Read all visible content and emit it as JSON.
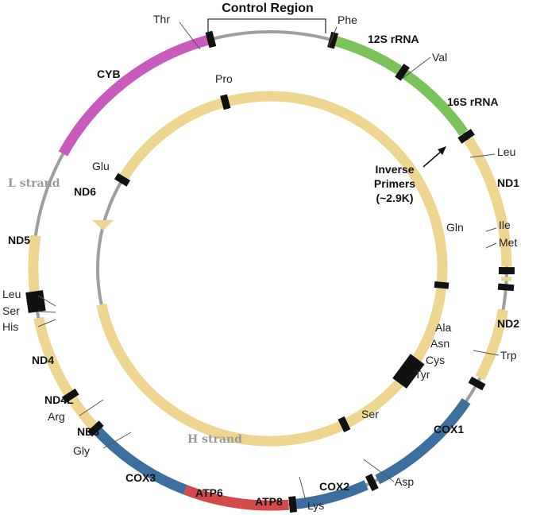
{
  "title": "Control Region",
  "strands": {
    "outer": "L strand",
    "inner": "H strand"
  },
  "colors": {
    "backbone": "#9e9e9e",
    "rrna": "#7ac35a",
    "nd": "#eed690",
    "cyb": "#c95bbd",
    "cox": "#3d6f9e",
    "atp": "#d24a49",
    "trna": "#111111"
  },
  "genes": {
    "s12": "12S rRNA",
    "s16": "16S rRNA",
    "nd1": "ND1",
    "nd2": "ND2",
    "cox1": "COX1",
    "cox2": "COX2",
    "atp8": "ATP8",
    "atp6": "ATP6",
    "cox3": "COX3",
    "nd3": "ND3",
    "nd4l": "ND4L",
    "nd4": "ND4",
    "nd5": "ND5",
    "nd6": "ND6",
    "cyb": "CYB"
  },
  "trna": {
    "thr": "Thr",
    "phe": "Phe",
    "val": "Val",
    "leu1": "Leu",
    "ile": "Ile",
    "met": "Met",
    "trp": "Trp",
    "asp": "Asp",
    "lys": "Lys",
    "gly": "Gly",
    "arg": "Arg",
    "his": "His",
    "ser1": "Ser",
    "leu2": "Leu",
    "pro": "Pro",
    "glu": "Glu",
    "gln": "Gln",
    "ala": "Ala",
    "asn": "Asn",
    "cys": "Cys",
    "tyr": "Tyr",
    "ser2": "Ser"
  },
  "primers": {
    "line1": "Inverse",
    "line2": "Primers",
    "line3": "(~2.9K)"
  }
}
